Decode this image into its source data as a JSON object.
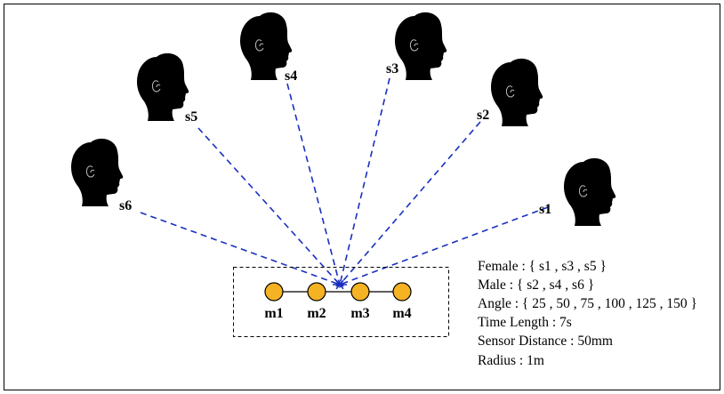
{
  "speakers": [
    {
      "id": "s1",
      "label": "s1"
    },
    {
      "id": "s2",
      "label": "s2"
    },
    {
      "id": "s3",
      "label": "s3"
    },
    {
      "id": "s4",
      "label": "s4"
    },
    {
      "id": "s5",
      "label": "s5"
    },
    {
      "id": "s6",
      "label": "s6"
    }
  ],
  "mics": [
    {
      "id": "m1",
      "label": "m1"
    },
    {
      "id": "m2",
      "label": "m2"
    },
    {
      "id": "m3",
      "label": "m3"
    },
    {
      "id": "m4",
      "label": "m4"
    }
  ],
  "info": {
    "female": "Female : { s1 , s3 , s5 }",
    "male": "Male : { s2 , s4 , s6 }",
    "angle": "Angle : { 25 , 50 , 75 , 100 , 125 , 150 }",
    "time_length": "Time Length : 7s",
    "sensor_distance": "Sensor Distance : 50mm",
    "radius": "Radius : 1m"
  },
  "colors": {
    "ray": "#1a2fbf",
    "mic_fill": "#f5b323",
    "burst": "#1a2fbf"
  },
  "icons": {
    "speaker": "head-silhouette-icon",
    "center": "starburst-icon"
  }
}
